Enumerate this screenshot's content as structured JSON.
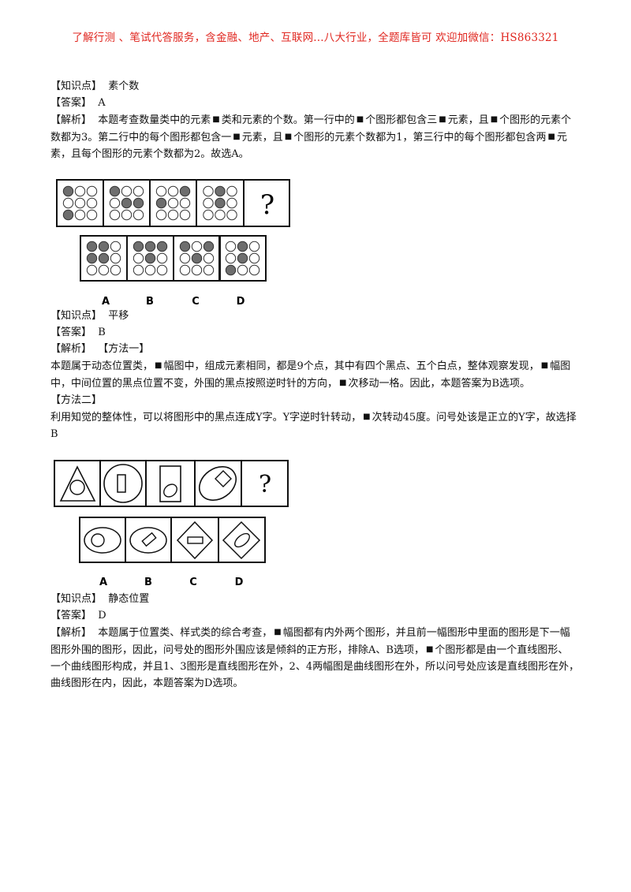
{
  "header": {
    "text": "了解行测 、笔试代答服务，含金融、地产、互联网...八大行业，全题库皆可 欢迎加微信：HS863321"
  },
  "q1": {
    "kp_label": "【知识点】",
    "kp_value": "素个数",
    "ans_label": "【答案】",
    "ans_value": "A",
    "exp_label": "【解析】",
    "exp_line1_a": "本题考查数量类中的元素",
    "exp_line1_b": "类和元素的个数。第一行中的",
    "exp_line1_c": "个图形都包含三",
    "exp_line1_d": "元素，且",
    "exp_line1_e": "个图形的元素个",
    "exp_line2_a": "数都为3。第二行中的每个图形都包含一",
    "exp_line2_b": "元素，且",
    "exp_line2_c": "个图形的元素个数都为1，第三行中的每个图形都包含两",
    "exp_line2_d": "元",
    "exp_line3": "素，且每个图形的元素个数都为2。故选A。"
  },
  "q2": {
    "kp_label": "【知识点】",
    "kp_value": "平移",
    "ans_label": "【答案】",
    "ans_value": "B",
    "exp_label": "【解析】",
    "method1": "【方法一】",
    "line1_a": "本题属于动态位置类，",
    "line1_b": "幅图中，组成元素相同，都是9个点，其中有四个黑点、五个白点，整体观察发现，",
    "line1_c": "幅图",
    "line2_a": "中，中间位置的黑点位置不变，外围的黑点按照逆时针的方向，",
    "line2_b": "次移动一格。因此，本题答案为B选项。",
    "method2": "【方法二】",
    "line3_a": "利用知觉的整体性，可以将图形中的黑点连成Y字。Y字逆时针转动，",
    "line3_b": "次转动45度。问号处该是正立的Y字，故选择",
    "line4": "B"
  },
  "q3": {
    "kp_label": "【知识点】",
    "kp_value": "静态位置",
    "ans_label": "【答案】",
    "ans_value": "D",
    "exp_label": "【解析】",
    "line1_a": "本题属于位置类、样式类的综合考查，",
    "line1_b": "幅图都有内外两个图形，并且前一幅图形中里面的图形是下一幅",
    "line2_a": "图形外围的图形，因此，问号处的图形外围应该是倾斜的正方形，排除A、B选项，",
    "line2_b": "个图形都是由一个直线图形、",
    "line3": "一个曲线图形构成，并且1、3图形是直线图形在外，2、4两幅图是曲线图形在外，所以问号处应该是直线图形在外，",
    "line4": "曲线图形在内，因此，本题答案为D选项。"
  },
  "dot_glyph": "■",
  "figure1": {
    "question_mark": "?",
    "option_labels": [
      "A",
      "B",
      "C",
      "D"
    ],
    "sequence_grids": [
      [
        [
          0,
          1,
          1
        ],
        [
          1,
          1,
          1
        ],
        [
          0,
          1,
          1
        ]
      ],
      [
        [
          0,
          1,
          1
        ],
        [
          1,
          0,
          0
        ],
        [
          1,
          1,
          1
        ]
      ],
      [
        [
          1,
          1,
          0
        ],
        [
          0,
          1,
          1
        ],
        [
          1,
          1,
          1
        ]
      ],
      [
        [
          1,
          0,
          1
        ],
        [
          1,
          0,
          1
        ],
        [
          1,
          1,
          1
        ]
      ]
    ],
    "option_grids": [
      [
        [
          0,
          0,
          1
        ],
        [
          0,
          0,
          1
        ],
        [
          1,
          1,
          1
        ]
      ],
      [
        [
          0,
          0,
          0
        ],
        [
          1,
          0,
          1
        ],
        [
          1,
          1,
          1
        ]
      ],
      [
        [
          0,
          1,
          0
        ],
        [
          1,
          0,
          1
        ],
        [
          1,
          1,
          1
        ]
      ],
      [
        [
          1,
          0,
          1
        ],
        [
          1,
          0,
          1
        ],
        [
          0,
          1,
          1
        ]
      ]
    ]
  },
  "figure2": {
    "question_mark": "?",
    "option_labels": [
      "A",
      "B",
      "C",
      "D"
    ]
  }
}
